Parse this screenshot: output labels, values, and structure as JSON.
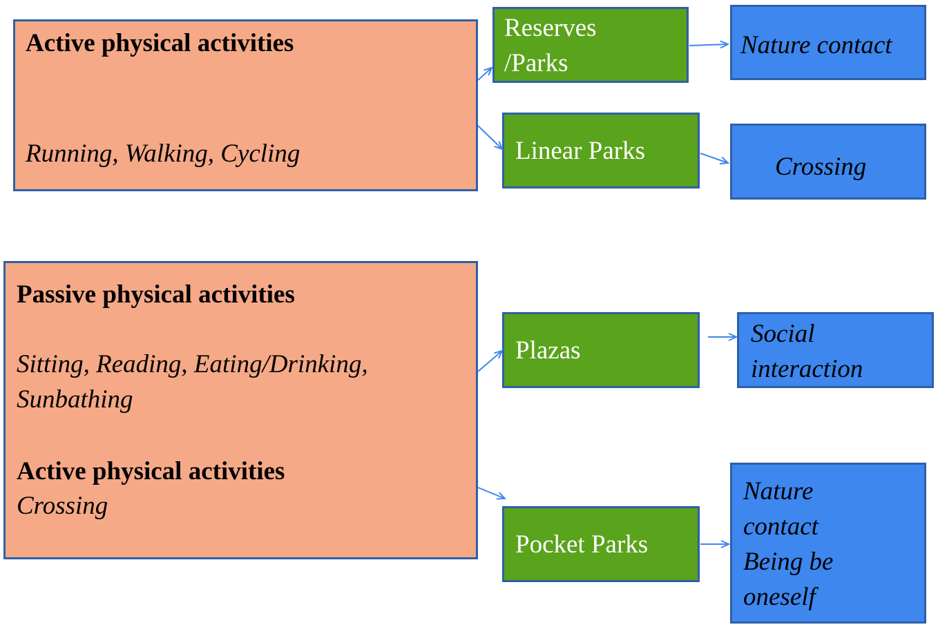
{
  "activity_boxes": {
    "active": {
      "heading": "Active physical activities",
      "examples": "Running, Walking, Cycling"
    },
    "passive": {
      "heading": "Passive physical activities",
      "examples_line1": "Sitting, Reading, Eating/Drinking,",
      "examples_line2": "Sunbathing",
      "secondary_heading": "Active physical activities",
      "secondary_examples": "Crossing"
    }
  },
  "places": {
    "reserves_line1": "Reserves",
    "reserves_line2": "/Parks",
    "linear": "Linear Parks",
    "plazas": "Plazas",
    "pocket": "Pocket Parks"
  },
  "outcomes": {
    "nature_contact": "Nature contact",
    "crossing": "Crossing",
    "social_line1": "Social",
    "social_line2": "interaction",
    "pocket_line1": "Nature",
    "pocket_line2": "contact",
    "pocket_line3": "Being be",
    "pocket_line4": "oneself"
  },
  "colors": {
    "activity_fill": "#f5a987",
    "place_fill": "#5aa31c",
    "outcome_fill": "#3d87ee",
    "border": "#2f5fa8",
    "arrow": "#3d87ee"
  }
}
